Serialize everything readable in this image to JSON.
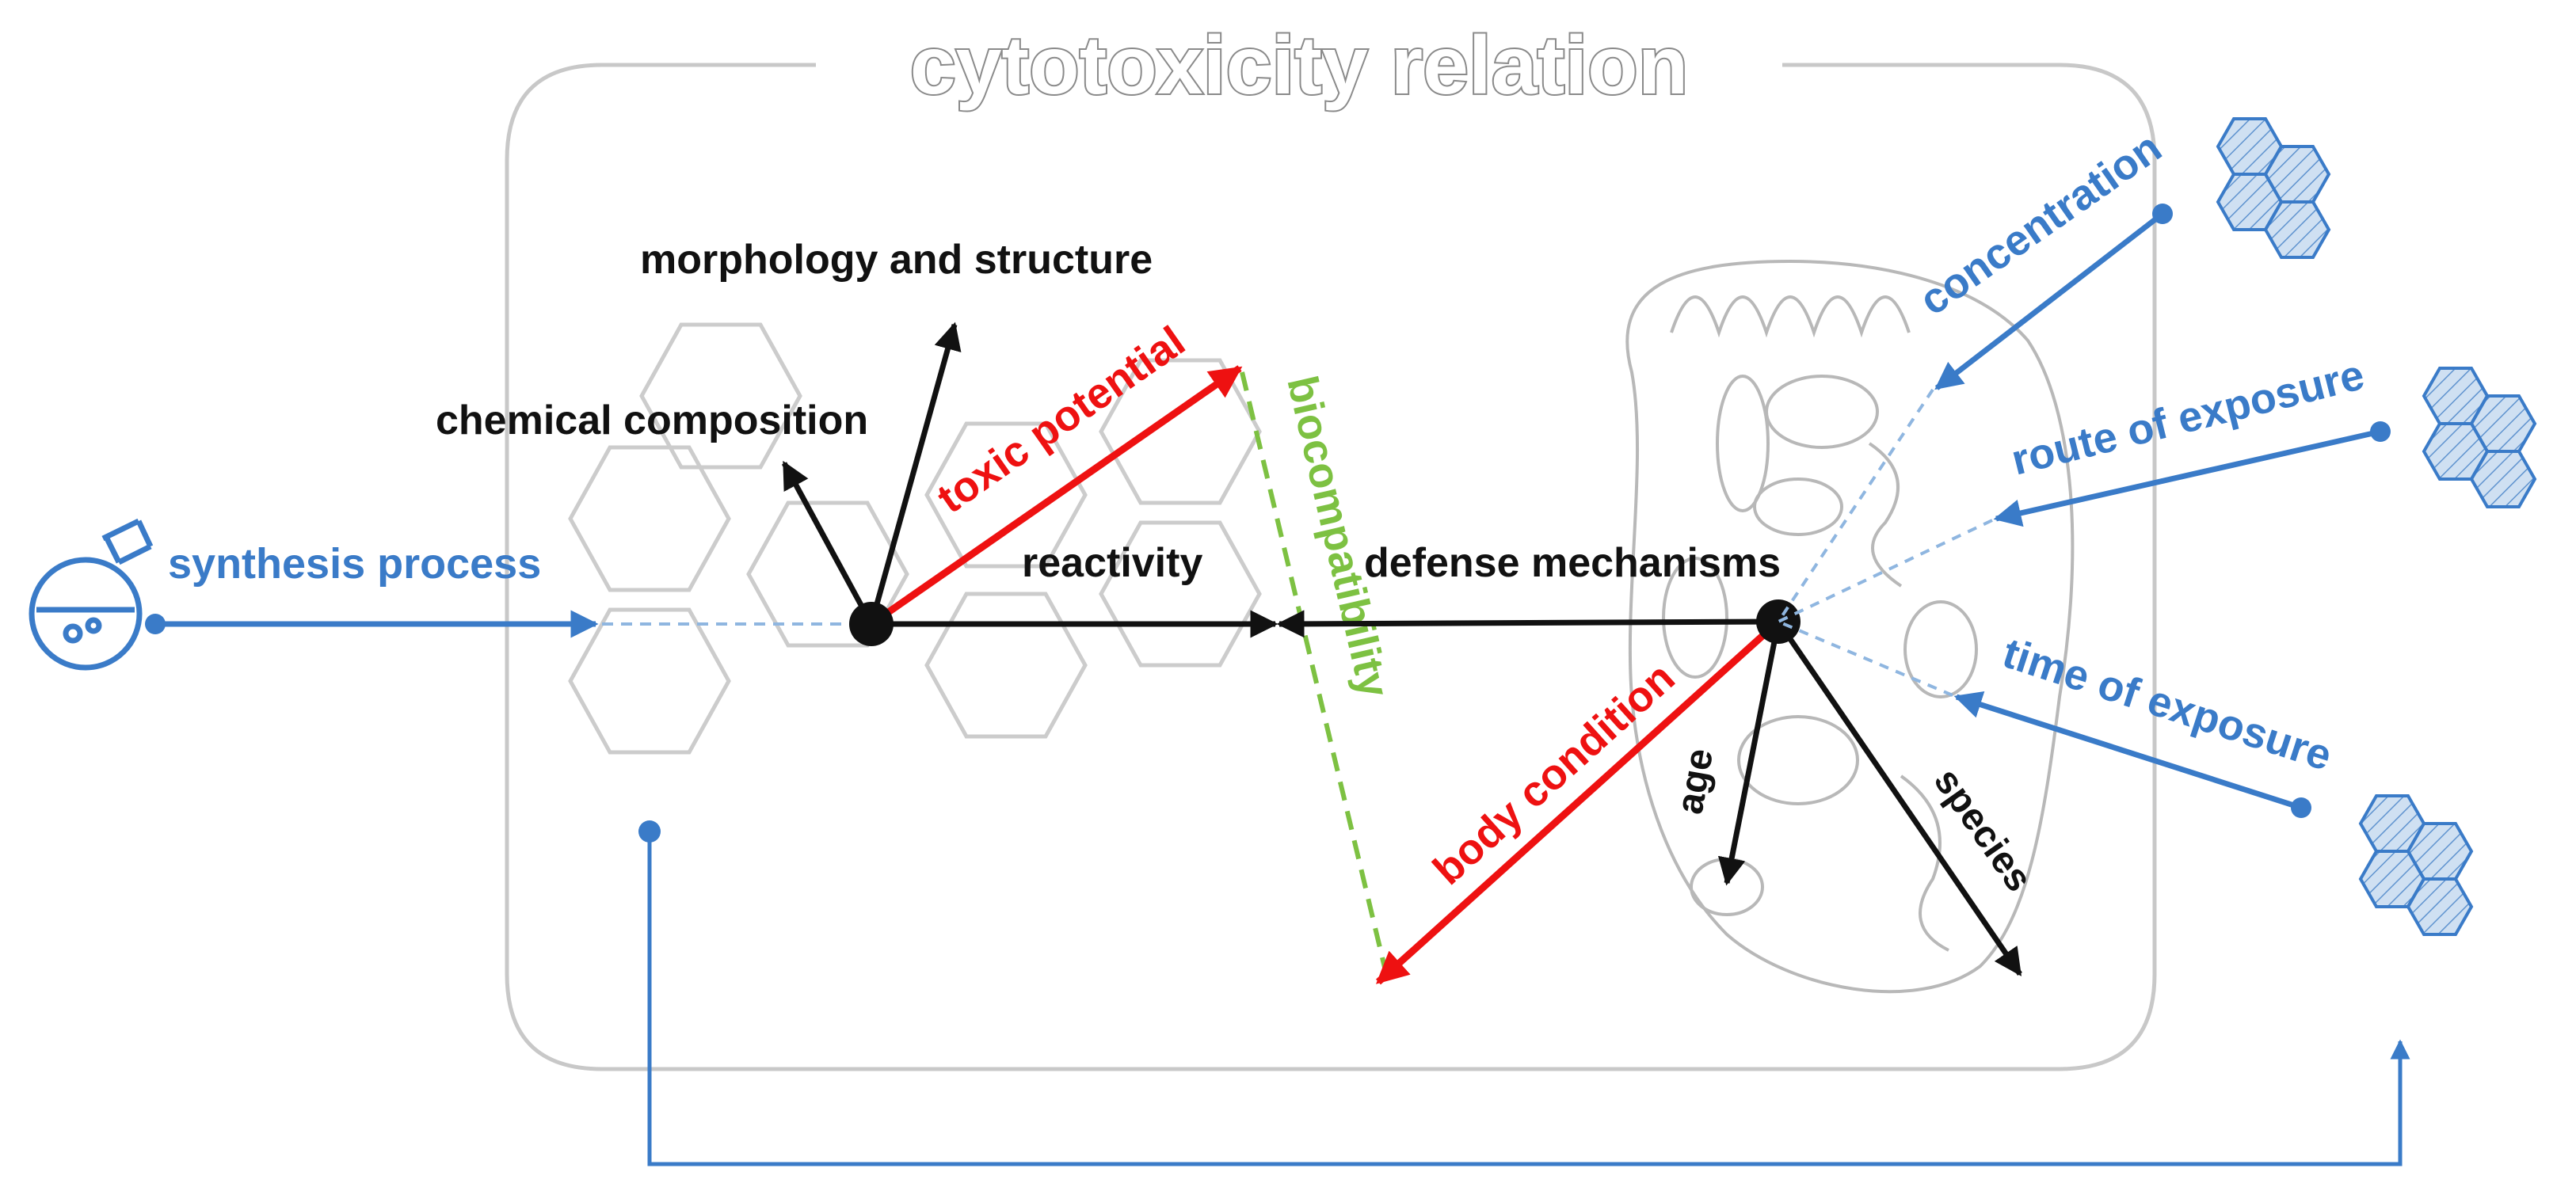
{
  "title": "cytotoxicity relation",
  "colors": {
    "black": "#111111",
    "blue": "#3a7bc8",
    "red": "#ee1111",
    "green": "#7dc142",
    "gray": "#c8c8c8"
  },
  "material_side": {
    "input": "synthesis process",
    "properties": [
      "morphology and structure",
      "chemical composition",
      "reactivity"
    ],
    "resultant": "toxic potential"
  },
  "organism_side": {
    "main": "defense mechanisms",
    "factors": [
      "age",
      "species"
    ],
    "resultant": "body condition"
  },
  "link": "biocompatibility",
  "exposure": [
    "concentration",
    "route of exposure",
    "time of exposure"
  ],
  "icons": [
    "flask-icon",
    "nanoparticle-cluster-icon",
    "cell-icon"
  ]
}
